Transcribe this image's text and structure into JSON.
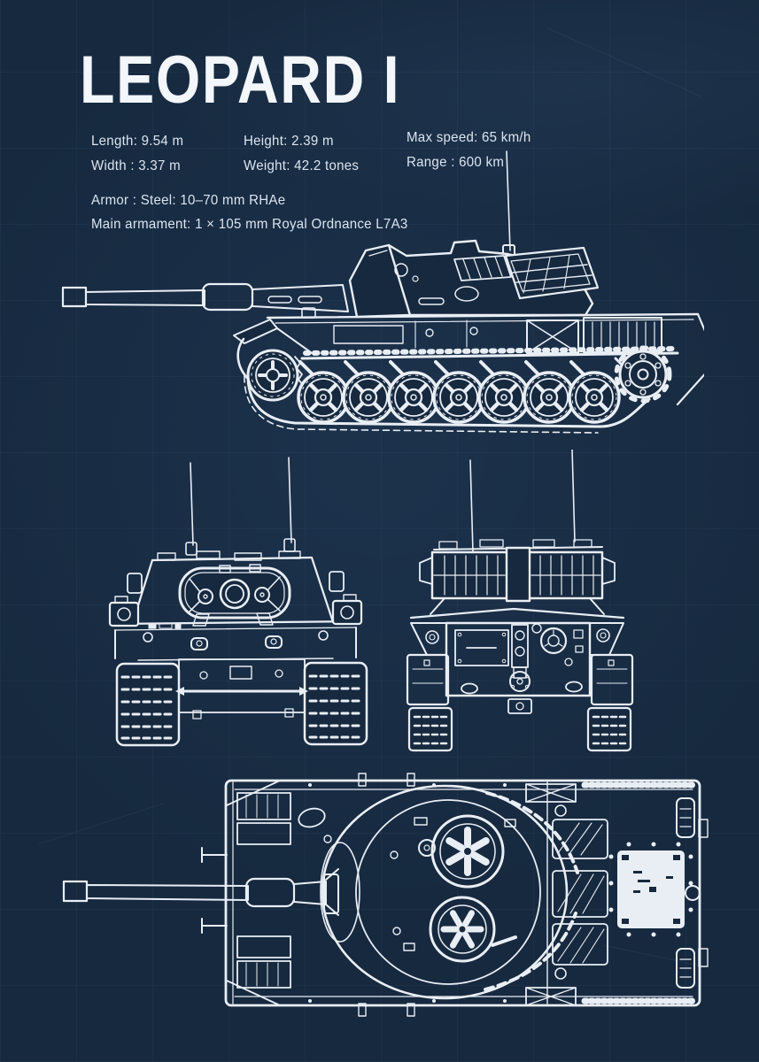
{
  "poster": {
    "title": "LEOPARD I",
    "specs": {
      "columns": [
        [
          "Length: 9.54 m",
          "Width : 3.37 m"
        ],
        [
          "Height: 2.39 m",
          "Weight: 42.2 tones"
        ],
        [
          "Max speed: 65 km/h",
          "Range : 600 km"
        ]
      ],
      "armor_line": "Armor :  Steel: 10–70 mm RHAe",
      "armament_line": "Main armament:  1 × 105 mm Royal Ordnance L7A3"
    },
    "drawings": {
      "side": "side-profile-blueprint",
      "front": "front-view-blueprint",
      "rear": "rear-view-blueprint",
      "top": "top-plan-blueprint"
    },
    "colors": {
      "background": "#16293f",
      "line_art": "#e9eef5",
      "title_text": "#f3f6fa",
      "spec_text": "#dce5f0"
    }
  }
}
